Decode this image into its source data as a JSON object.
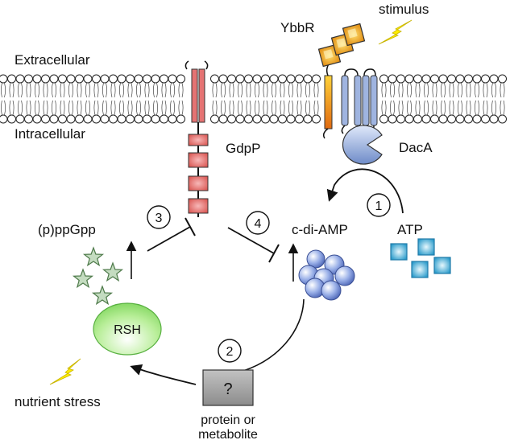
{
  "labels": {
    "extracellular": "Extracellular",
    "intracellular": "Intracellular",
    "ybbr": "YbbR",
    "stimulus": "stimulus",
    "gdpp": "GdpP",
    "daca": "DacA",
    "ppgpp": "(p)ppGpp",
    "cdiamp": "c-di-AMP",
    "atp": "ATP",
    "rsh": "RSH",
    "unknown": "?",
    "protein_line1": "protein or",
    "protein_line2": "metabolite",
    "nutrient_stress": "nutrient stress"
  },
  "steps": [
    "1",
    "2",
    "3",
    "4"
  ],
  "colors": {
    "gdpp_fill": "#e57373",
    "daca_fill": "#90a8d8",
    "ybbr_fill": "#f0a020",
    "atp_fill": "#45aedc",
    "rsh_fill": "#a6e882",
    "star_fill": "#c4dcc0",
    "cdiamp_fill": "#8ea4e0",
    "lightning": "#ffee00",
    "unknown_box": "#a6a6a6"
  }
}
